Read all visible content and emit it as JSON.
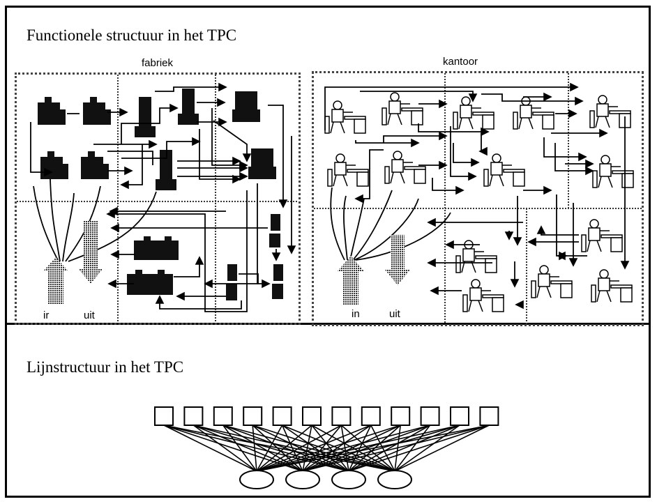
{
  "top": {
    "title": "Functionele structuur in het TPC",
    "factory": {
      "label": "fabriek",
      "in_label": "ir",
      "out_label": "uit"
    },
    "office": {
      "label": "kantoor",
      "in_label": "in",
      "out_label": "uit"
    }
  },
  "bottom": {
    "title": "Lijnstructuur in het TPC",
    "top_node_count": 12,
    "bottom_node_count": 4
  }
}
